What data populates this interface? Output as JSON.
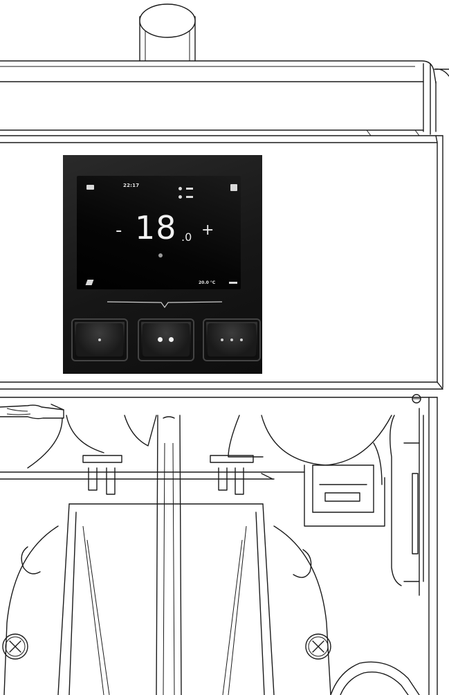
{
  "display": {
    "clock": "22:17",
    "setpoint_minus": "-",
    "setpoint_value": "18",
    "setpoint_decimal": ".0",
    "setpoint_plus": "+",
    "temperature_reading": "20.0 °C"
  },
  "buttons": [
    {
      "label": "one-dot",
      "dots": 1
    },
    {
      "label": "two-dot",
      "dots": 2
    },
    {
      "label": "three-dot",
      "dots": 3
    }
  ],
  "colors": {
    "line": "#1a1a1a",
    "panel": "#161616",
    "screen": "#050505",
    "text": "#f2f2f2"
  }
}
